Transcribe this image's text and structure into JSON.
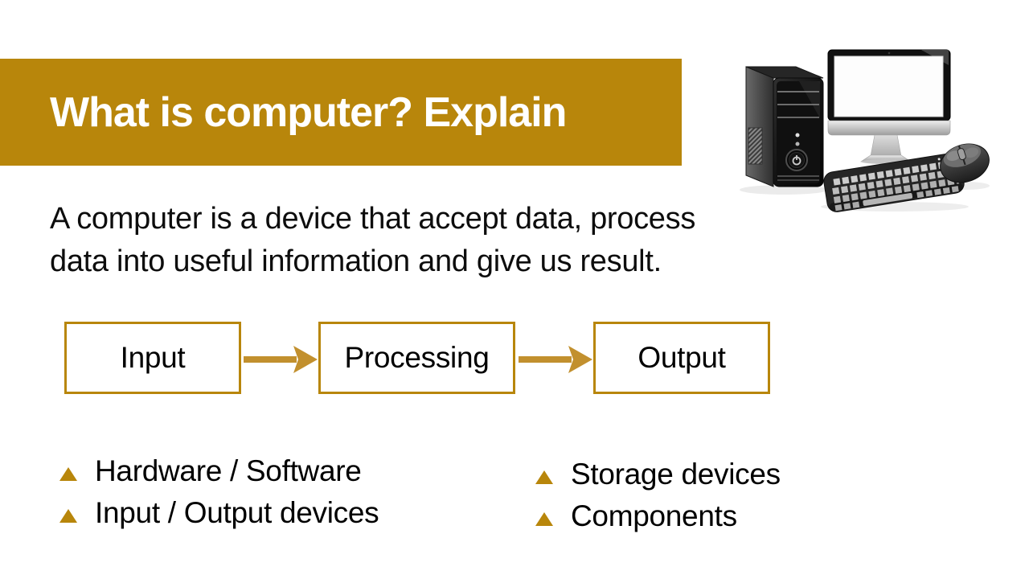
{
  "colors": {
    "accent": "#B8860B",
    "accent_light": "#C2902E",
    "background": "#ffffff",
    "title_text": "#ffffff",
    "body_text": "#0d0d0d"
  },
  "header": {
    "title": "What is computer? Explain"
  },
  "intro": {
    "line1": "A computer is a device that accept data, process",
    "line2": "data into useful information and give us result."
  },
  "flow": {
    "boxes": [
      {
        "label": "Input"
      },
      {
        "label": "Processing"
      },
      {
        "label": "Output"
      }
    ],
    "arrow": "right-arrow"
  },
  "bullets": {
    "left": [
      "Hardware / Software",
      "Input / Output devices"
    ],
    "right": [
      "Storage devices",
      "Components"
    ]
  },
  "illustration": {
    "name": "desktop-computer",
    "parts": [
      "tower",
      "monitor",
      "keyboard",
      "mouse"
    ]
  }
}
